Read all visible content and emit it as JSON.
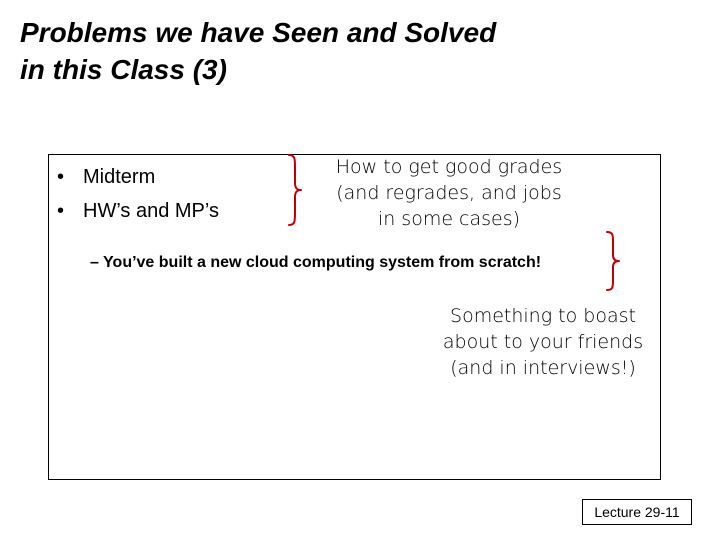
{
  "slide": {
    "title": "Problems we have Seen and Solved\nin this Class (3)",
    "bullets": [
      {
        "label": "Midterm"
      },
      {
        "label": "HW’s and MP’s"
      }
    ],
    "note_grades": "How to get good grades\n(and regrades, and jobs\nin some cases)",
    "sub_bullet": "– You’ve built a new cloud computing system from scratch!",
    "note_boast": "Something to boast\nabout to your friends\n(and in interviews!)",
    "footer_label": "Lecture 29-11"
  },
  "colors": {
    "brace": "#c00000",
    "text": "#000000",
    "background": "#ffffff"
  },
  "icons": {
    "brace_1": "right-curly-brace-icon",
    "brace_2": "right-curly-brace-icon"
  }
}
